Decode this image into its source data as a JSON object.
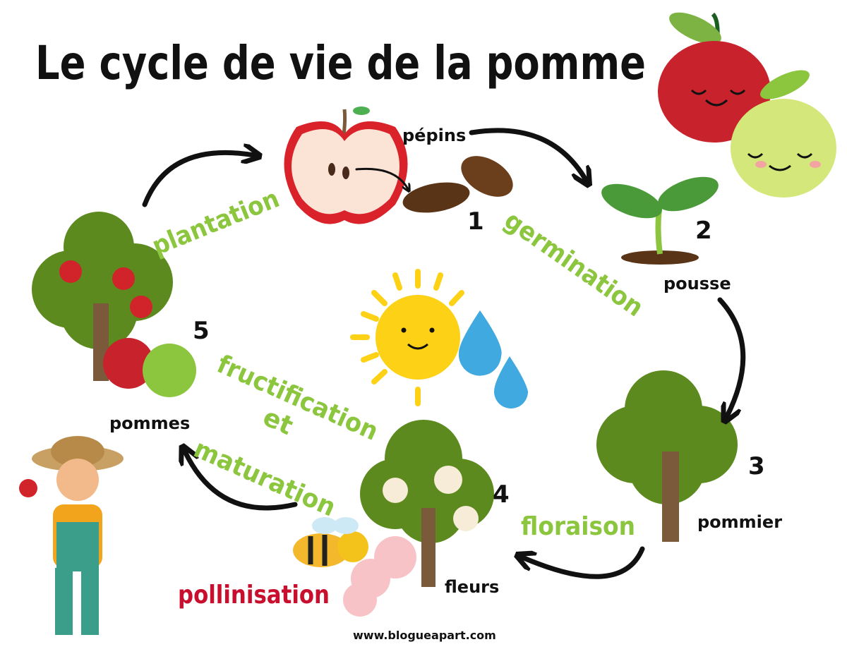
{
  "title": "Le cycle de vie de la pomme",
  "stages": [
    {
      "number": "1",
      "label": "pépins"
    },
    {
      "number": "2",
      "label": "pousse"
    },
    {
      "number": "3",
      "label": "pommier"
    },
    {
      "number": "4",
      "label": "fleurs"
    },
    {
      "number": "5",
      "label": "pommes"
    }
  ],
  "processes": {
    "plantation": "plantation",
    "germination": "germination",
    "floraison": "floraison",
    "pollinisation": "pollinisation",
    "fructification": "fructification",
    "et": "et",
    "maturation": "maturation"
  },
  "website": "www.blogueapart.com",
  "colors": {
    "process_green": "#8cc63f",
    "pollinisation_red": "#c8102e",
    "leaf_green": "#5c8a1e",
    "trunk_brown": "#7b5a3c",
    "apple_red": "#d1232a",
    "apple_green": "#8cc63f",
    "sun_yellow": "#fcd116",
    "drop_blue": "#3fa9e0"
  }
}
